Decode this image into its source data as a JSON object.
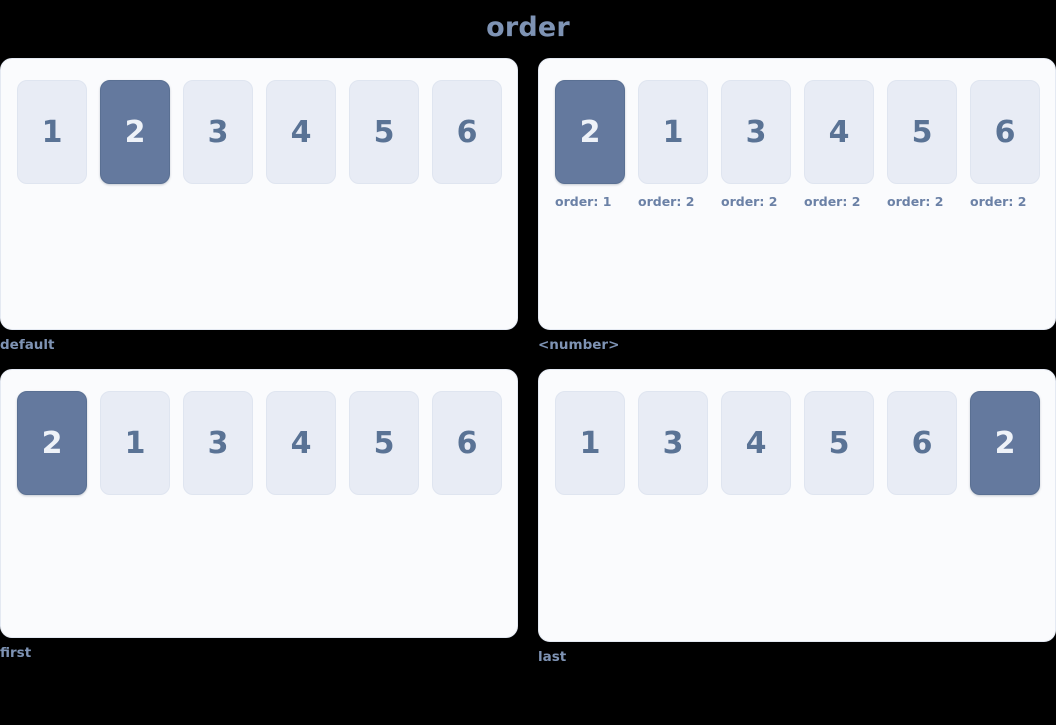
{
  "title": "order",
  "panels": [
    {
      "caption": "default",
      "items": [
        {
          "label": "1",
          "selected": false,
          "note": ""
        },
        {
          "label": "2",
          "selected": true,
          "note": ""
        },
        {
          "label": "3",
          "selected": false,
          "note": ""
        },
        {
          "label": "4",
          "selected": false,
          "note": ""
        },
        {
          "label": "5",
          "selected": false,
          "note": ""
        },
        {
          "label": "6",
          "selected": false,
          "note": ""
        }
      ]
    },
    {
      "caption": "<number>",
      "items": [
        {
          "label": "2",
          "selected": true,
          "note": "order: 1"
        },
        {
          "label": "1",
          "selected": false,
          "note": "order: 2"
        },
        {
          "label": "3",
          "selected": false,
          "note": "order: 2"
        },
        {
          "label": "4",
          "selected": false,
          "note": "order: 2"
        },
        {
          "label": "5",
          "selected": false,
          "note": "order: 2"
        },
        {
          "label": "6",
          "selected": false,
          "note": "order: 2"
        }
      ]
    },
    {
      "caption": "first",
      "items": [
        {
          "label": "2",
          "selected": true,
          "note": ""
        },
        {
          "label": "1",
          "selected": false,
          "note": ""
        },
        {
          "label": "3",
          "selected": false,
          "note": ""
        },
        {
          "label": "4",
          "selected": false,
          "note": ""
        },
        {
          "label": "5",
          "selected": false,
          "note": ""
        },
        {
          "label": "6",
          "selected": false,
          "note": ""
        }
      ]
    },
    {
      "caption": "last",
      "items": [
        {
          "label": "1",
          "selected": false,
          "note": ""
        },
        {
          "label": "3",
          "selected": false,
          "note": ""
        },
        {
          "label": "4",
          "selected": false,
          "note": ""
        },
        {
          "label": "5",
          "selected": false,
          "note": ""
        },
        {
          "label": "6",
          "selected": false,
          "note": ""
        },
        {
          "label": "2",
          "selected": true,
          "note": ""
        }
      ]
    }
  ],
  "colors": {
    "background": "#000000",
    "panel_bg": "#fafbfd",
    "panel_border": "#e4e9f2",
    "item_bg": "#e8ecf5",
    "item_text": "#5a7395",
    "item_selected_bg": "#64799e",
    "item_selected_text": "#eef2f8",
    "caption_text": "#7e93b4",
    "note_text": "#6b81a6",
    "title_text": "#7e93b4"
  }
}
